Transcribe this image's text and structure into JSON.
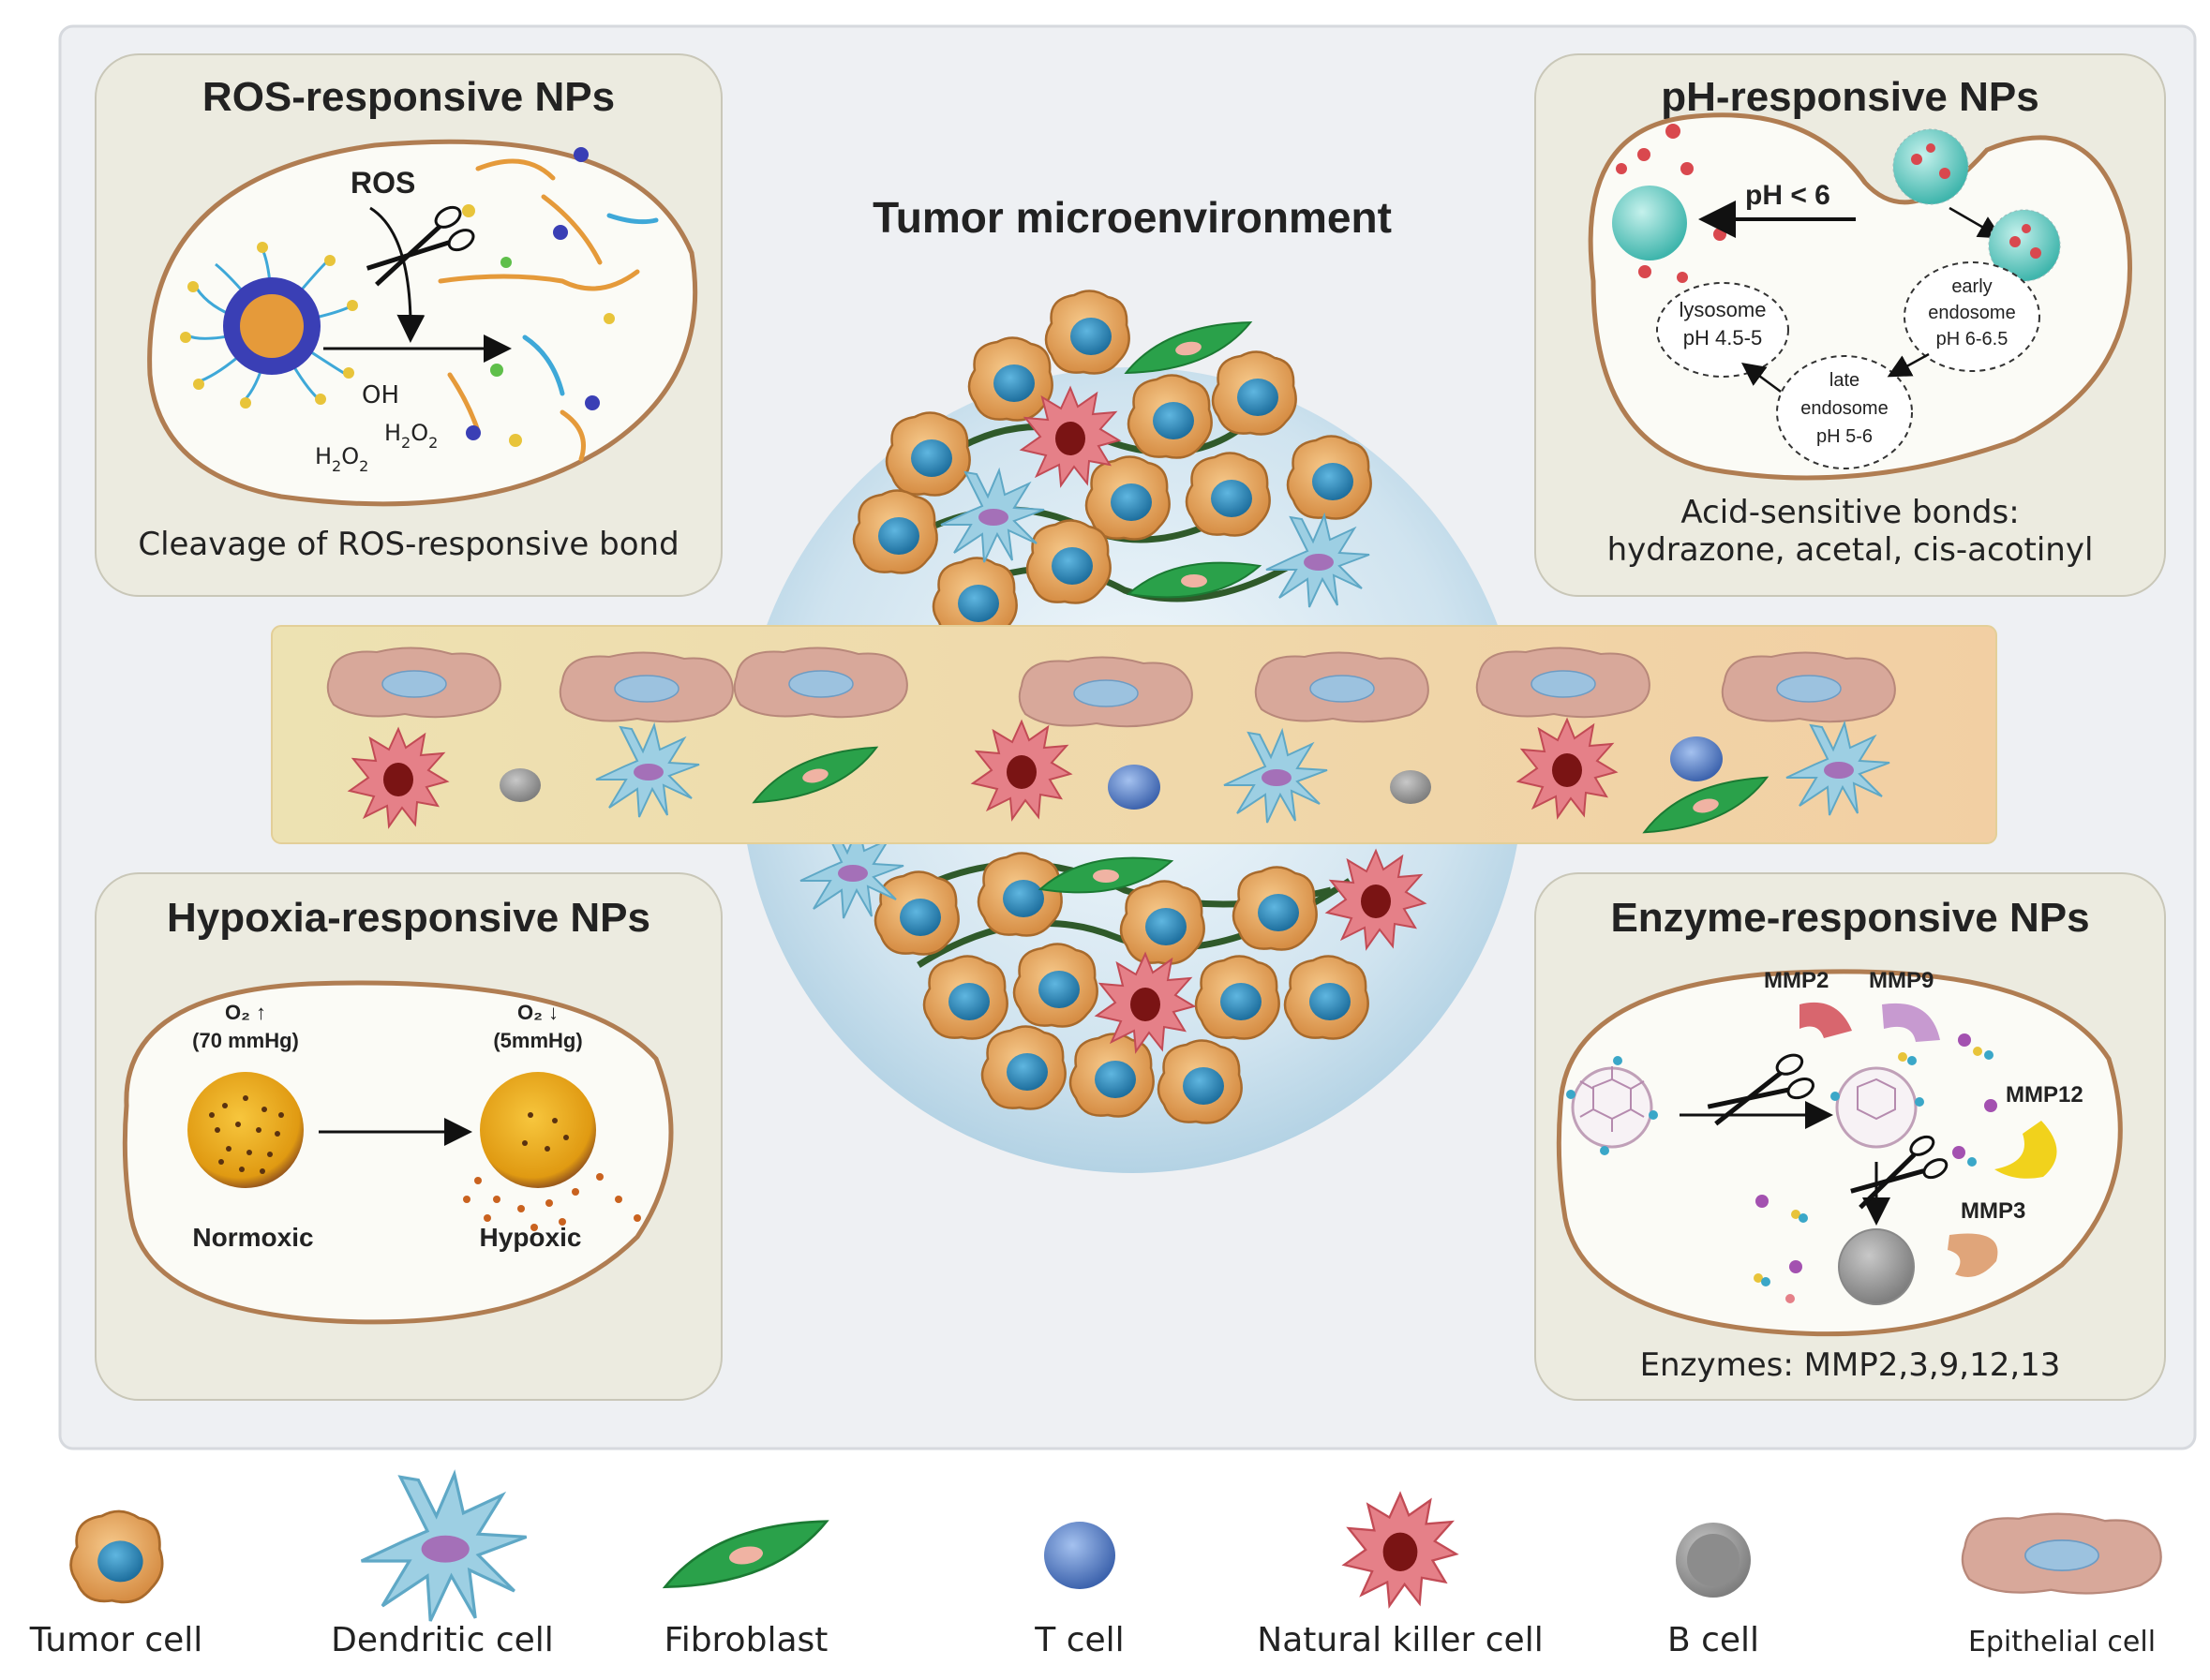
{
  "center": {
    "title": "Tumor microenvironment"
  },
  "ros": {
    "title": "ROS-responsive NPs",
    "ros_label": "ROS",
    "oh_label": "OH",
    "h2o2_a": "H",
    "h2o2_b": "O",
    "sub2": "2",
    "caption": "Cleavage of ROS-responsive bond"
  },
  "ph": {
    "title": "pH-responsive NPs",
    "threshold": "pH < 6",
    "lysosome": [
      "lysosome",
      "pH 4.5-5"
    ],
    "early": [
      "early",
      "endosome",
      "pH 6-6.5"
    ],
    "late": [
      "late",
      "endosome",
      "pH 5-6"
    ],
    "caption_line1": "Acid-sensitive bonds:",
    "caption_line2": "hydrazone, acetal, cis-acotinyl"
  },
  "hypoxia": {
    "title": "Hypoxia-responsive NPs",
    "o2_up": "O₂ ↑",
    "o2_up_val": "(70 mmHg)",
    "o2_down": "O₂ ↓",
    "o2_down_val": "(5mmHg)",
    "normoxic": "Normoxic",
    "hypoxic": "Hypoxic"
  },
  "enzyme": {
    "title": "Enzyme-responsive NPs",
    "mmp2": "MMP2",
    "mmp9": "MMP9",
    "mmp12": "MMP12",
    "mmp3": "MMP3",
    "caption": "Enzymes: MMP2,3,9,12,13"
  },
  "legend": {
    "tumor": "Tumor cell",
    "dendritic": "Dendritic cell",
    "fibroblast": "Fibroblast",
    "tcell": "T cell",
    "nk": "Natural killer cell",
    "bcell": "B cell",
    "epithelial": "Epithelial cell"
  },
  "colors": {
    "panel_bg": "#ecebe0",
    "outer_bg": "#eef0f3",
    "membrane": "#b07d52",
    "tumor_body": "#e8a85c",
    "tumor_nucleus": "#2f86b8",
    "dendritic": "#8fc7dd",
    "fibroblast": "#2aa14a",
    "tcell": "#5b86c9",
    "nk": "#d9646c",
    "bcell": "#9a9a9a",
    "epithelial": "#d8a89a"
  }
}
